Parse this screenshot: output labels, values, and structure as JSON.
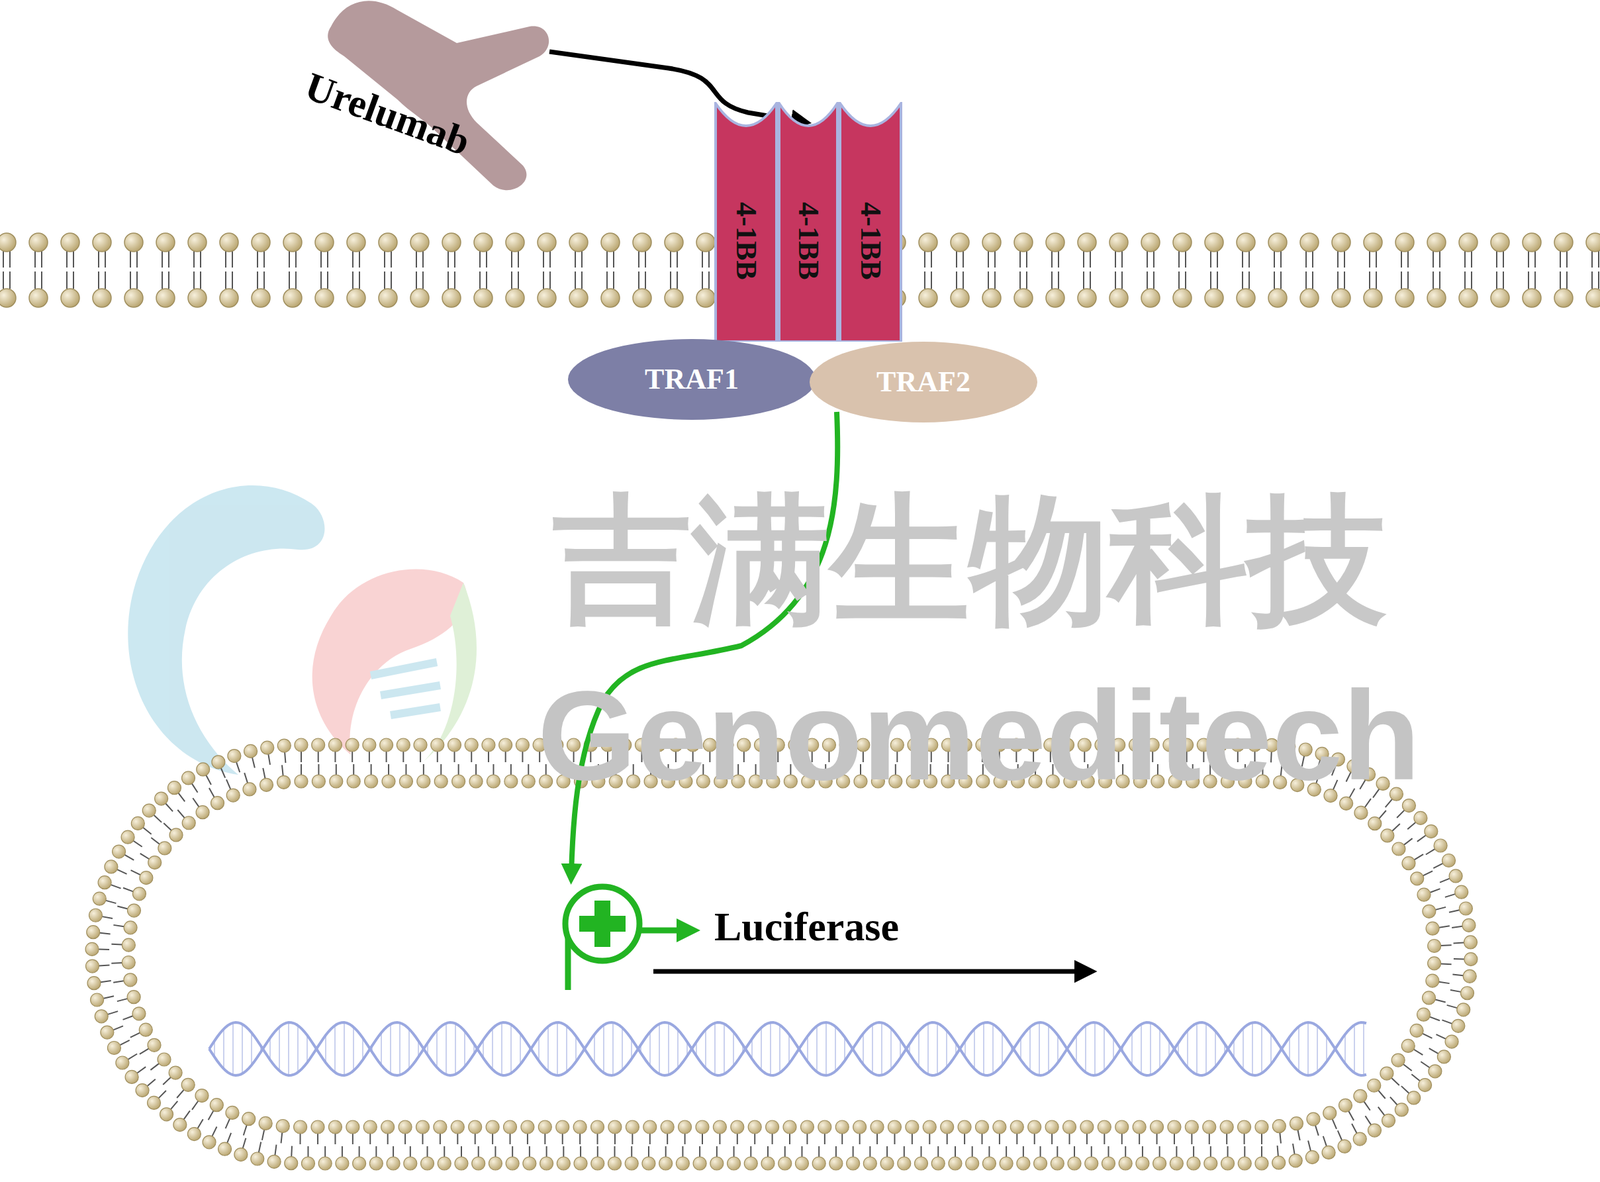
{
  "diagram": {
    "nodes": [
      {
        "text": [
          "Urelumab"
        ]
      },
      {
        "text": [
          "4-1BB"
        ]
      },
      {
        "text": [
          "4-1BB"
        ]
      },
      {
        "text": [
          "4-1BB"
        ]
      },
      {
        "text": [
          "TRAF1"
        ]
      },
      {
        "text": [
          "TRAF2"
        ]
      }
    ],
    "edges": [
      {
        "from": 0,
        "to": 2,
        "arrow": "to"
      }
    ],
    "labels": [
      "Luciferase",
      "吉满生物科技",
      "Genomeditech"
    ]
  }
}
